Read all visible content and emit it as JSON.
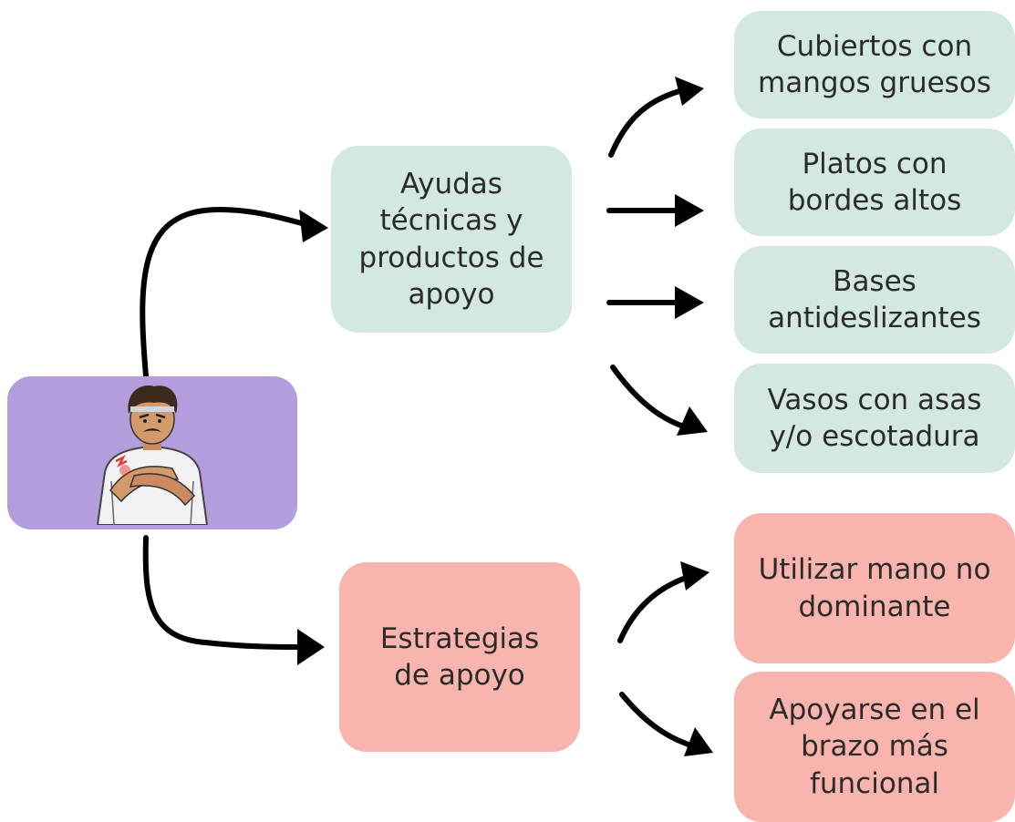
{
  "colors": {
    "central": "#b39ddc",
    "aids": "#d3e8e0",
    "strategies": "#f9b4ad",
    "arrows": "#000000"
  },
  "central": {
    "icon": "person-with-hand-pain-icon"
  },
  "categories": [
    {
      "id": "aids",
      "lines": [
        "Ayudas",
        "técnicas y",
        "productos de",
        "apoyo"
      ]
    },
    {
      "id": "strategies",
      "lines": [
        "Estrategias",
        "de apoyo"
      ]
    }
  ],
  "aids_items": [
    {
      "lines": [
        "Cubiertos con",
        "mangos gruesos"
      ]
    },
    {
      "lines": [
        "Platos con",
        "bordes altos"
      ]
    },
    {
      "lines": [
        "Bases",
        "antideslizantes"
      ]
    },
    {
      "lines": [
        "Vasos con asas",
        "y/o escotadura"
      ]
    }
  ],
  "strategy_items": [
    {
      "lines": [
        "Utilizar mano no",
        "dominante"
      ]
    },
    {
      "lines": [
        "Apoyarse en el",
        "brazo más",
        "funcional"
      ]
    }
  ]
}
